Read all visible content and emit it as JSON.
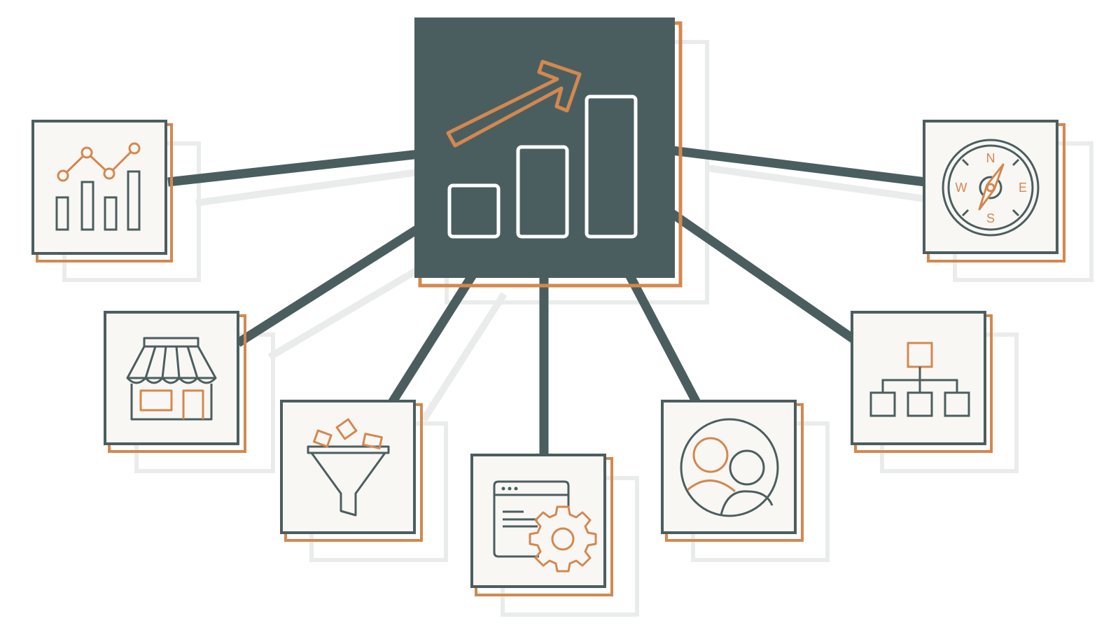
{
  "colors": {
    "slate": "#4b5e5f",
    "orange": "#d3884f",
    "card_bg": "#f8f7f4",
    "shadow": "#e9ecea",
    "white": "#ffffff"
  },
  "hub": {
    "icon": "growth-bar-chart-icon"
  },
  "nodes": [
    {
      "icon": "line-bar-chart-icon"
    },
    {
      "icon": "storefront-icon"
    },
    {
      "icon": "funnel-icon"
    },
    {
      "icon": "browser-settings-gear-icon"
    },
    {
      "icon": "audience-people-icon"
    },
    {
      "icon": "hierarchy-org-chart-icon"
    },
    {
      "icon": "compass-icon"
    }
  ],
  "compass": {
    "north": "N",
    "east": "E",
    "south": "S",
    "west": "W"
  }
}
